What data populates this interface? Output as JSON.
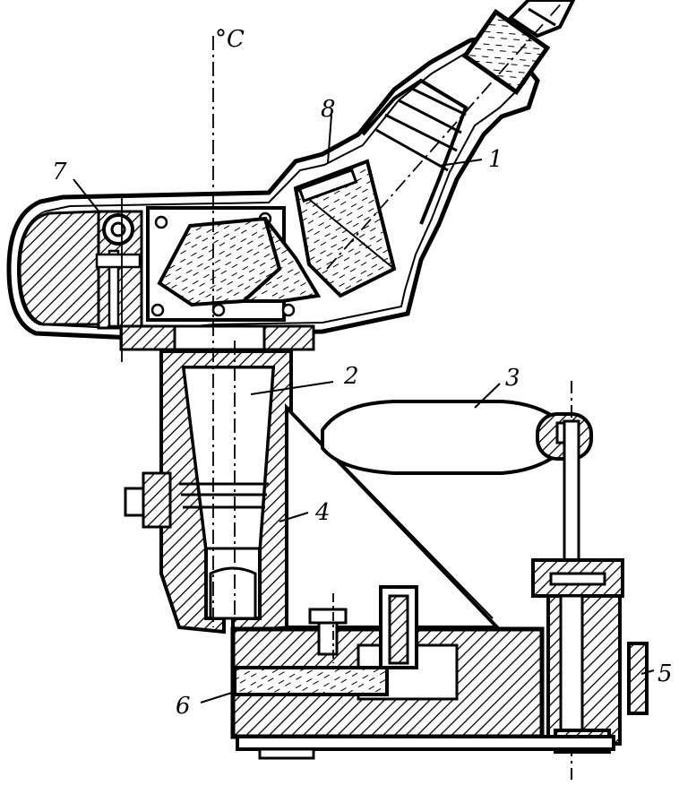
{
  "diagram": {
    "axis_label": "°C",
    "labels": {
      "l1": "1",
      "l2": "2",
      "l3": "3",
      "l4": "4",
      "l5": "5",
      "l6": "6",
      "l7": "7",
      "l8": "8"
    },
    "colors": {
      "ink": "#000000",
      "paper": "#ffffff"
    }
  }
}
